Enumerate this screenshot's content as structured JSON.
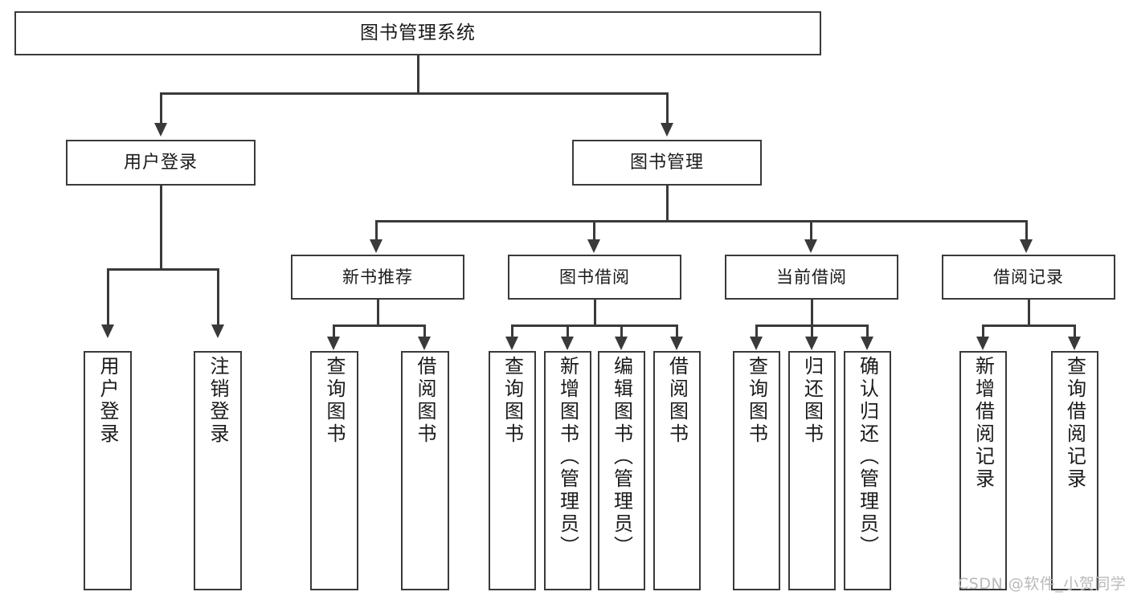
{
  "diagram": {
    "title": "图书管理系统",
    "type": "tree-hierarchy",
    "watermark": "CSDN @软件_小贺同学",
    "root": {
      "label": "图书管理系统"
    },
    "level1": [
      {
        "id": "user-login",
        "label": "用户登录"
      },
      {
        "id": "book-manage",
        "label": "图书管理"
      }
    ],
    "level2": [
      {
        "id": "new-book-recommend",
        "label": "新书推荐",
        "parent": "book-manage"
      },
      {
        "id": "book-borrow",
        "label": "图书借阅",
        "parent": "book-manage"
      },
      {
        "id": "current-borrow",
        "label": "当前借阅",
        "parent": "book-manage"
      },
      {
        "id": "borrow-record",
        "label": "借阅记录",
        "parent": "book-manage"
      }
    ],
    "leaves": [
      {
        "id": "leaf-user-login",
        "label": "用户登录",
        "parent": "user-login"
      },
      {
        "id": "leaf-logout",
        "label": "注销登录",
        "parent": "user-login"
      },
      {
        "id": "leaf-query-book-1",
        "label": "查询图书",
        "parent": "new-book-recommend"
      },
      {
        "id": "leaf-borrow-book-1",
        "label": "借阅图书",
        "parent": "new-book-recommend"
      },
      {
        "id": "leaf-query-book-2",
        "label": "查询图书",
        "parent": "book-borrow"
      },
      {
        "id": "leaf-add-book",
        "label": "新增图书（管理员）",
        "parent": "book-borrow"
      },
      {
        "id": "leaf-edit-book",
        "label": "编辑图书（管理员）",
        "parent": "book-borrow"
      },
      {
        "id": "leaf-borrow-book-2",
        "label": "借阅图书",
        "parent": "book-borrow"
      },
      {
        "id": "leaf-query-book-3",
        "label": "查询图书",
        "parent": "current-borrow"
      },
      {
        "id": "leaf-return-book",
        "label": "归还图书",
        "parent": "current-borrow"
      },
      {
        "id": "leaf-confirm-return",
        "label": "确认归还（管理员）",
        "parent": "current-borrow"
      },
      {
        "id": "leaf-add-record",
        "label": "新增借阅记录",
        "parent": "borrow-record"
      },
      {
        "id": "leaf-query-record",
        "label": "查询借阅记录",
        "parent": "borrow-record"
      }
    ],
    "colors": {
      "stroke": "#3a3a3a",
      "fill": "#ffffff",
      "text": "#1a1a1a",
      "watermark": "#b9b9b9"
    }
  }
}
